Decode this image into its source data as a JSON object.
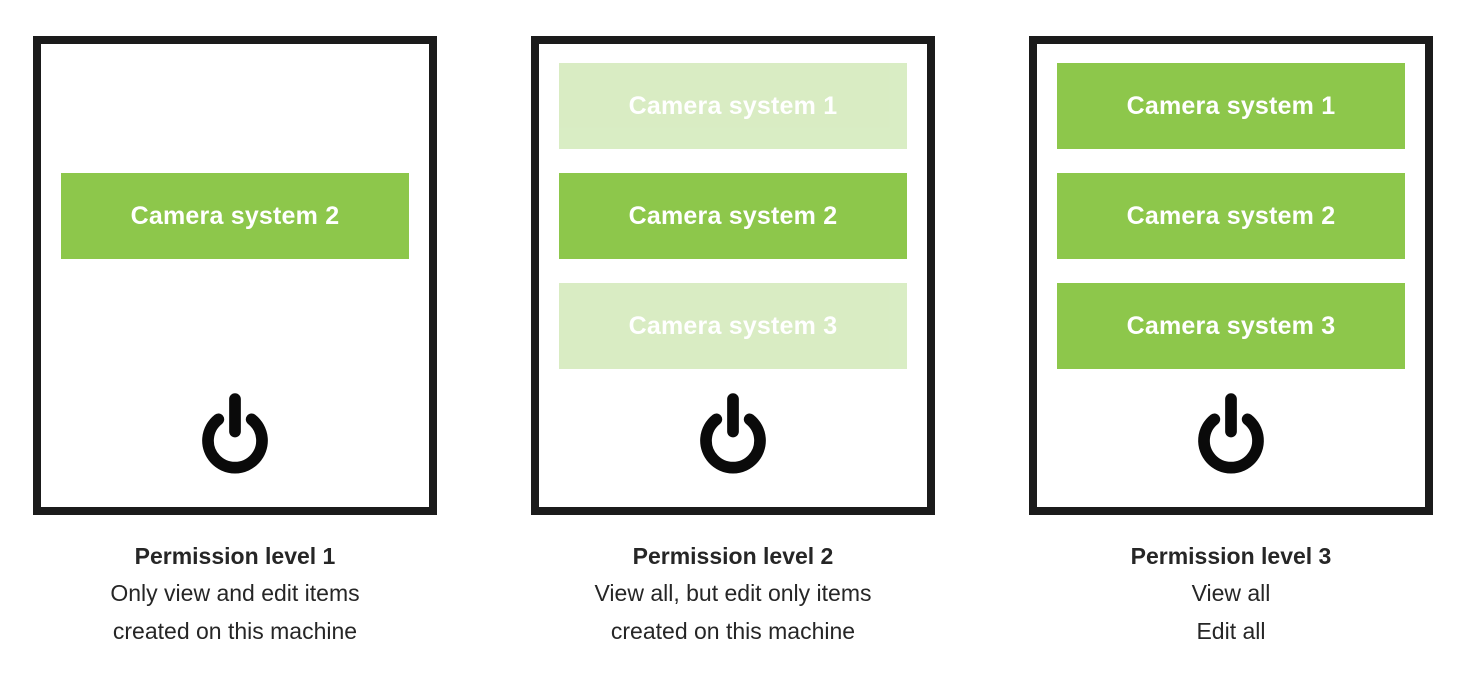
{
  "colors": {
    "green": "#8DC74B",
    "green_faded_blend": "#D9F0C8",
    "panel_border": "#1B1B1B",
    "text": "#262626",
    "button_text": "#FFFFFF"
  },
  "panels": [
    {
      "buttons": [
        {
          "label": "Camera system 2",
          "state": "active",
          "slot": 2
        }
      ],
      "power_icon": "power-icon",
      "caption": {
        "title": "Permission level 1",
        "lines": [
          "Only view and edit items",
          "created on this machine"
        ]
      }
    },
    {
      "buttons": [
        {
          "label": "Camera system 1",
          "state": "faded",
          "slot": 1
        },
        {
          "label": "Camera system 2",
          "state": "active",
          "slot": 2
        },
        {
          "label": "Camera system 3",
          "state": "faded",
          "slot": 3
        }
      ],
      "power_icon": "power-icon",
      "caption": {
        "title": "Permission level 2",
        "lines": [
          "View all, but edit only items",
          "created on this machine"
        ]
      }
    },
    {
      "buttons": [
        {
          "label": "Camera system 1",
          "state": "active",
          "slot": 1
        },
        {
          "label": "Camera system 2",
          "state": "active",
          "slot": 2
        },
        {
          "label": "Camera system 3",
          "state": "active",
          "slot": 3
        }
      ],
      "power_icon": "power-icon",
      "caption": {
        "title": "Permission level 3",
        "lines": [
          "View all",
          "Edit all"
        ]
      }
    }
  ]
}
